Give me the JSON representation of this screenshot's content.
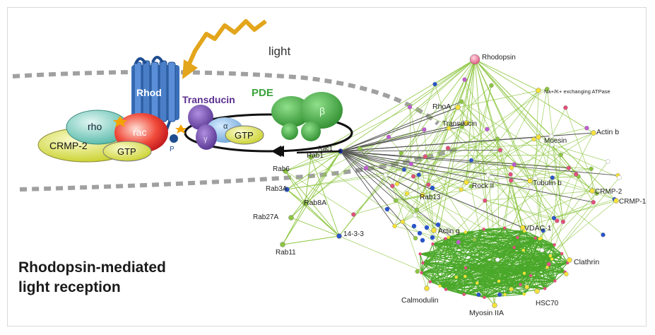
{
  "caption": {
    "line1": "Rhodopsin-mediated",
    "line2": "light reception"
  },
  "pathway": {
    "light": "light",
    "rhod": "Rhod",
    "transducin": "Transducin",
    "pde": "PDE",
    "beta": "β",
    "alpha": "α",
    "gamma": "γ",
    "rho": "rho",
    "rac": "rac",
    "crmp2": "CRMP-2",
    "gtp_left": "GTP",
    "gtp_right": "GTP",
    "p": "P",
    "rac1": "Rac1"
  },
  "network": {
    "labels": {
      "rhodopsin": "Rhodopsin",
      "atpase": "Na+/K+ exchanging ATPase",
      "rhoa": "RhoA",
      "transducin": "Transducin",
      "moesin": "Moesin",
      "actin_b": "Actin b",
      "rab1": "Rab1",
      "rab6": "Rab6",
      "rab3a": "Rab3A",
      "rab8a": "Rab8A",
      "rab27a": "Rab27A",
      "rab13": "Rab13",
      "rock2": "Rock II",
      "tubulin_b": "Tubulin b",
      "crmp2": "CRMP-2",
      "crmp1": "CRMP-1",
      "p1433": "14-3-3",
      "actin_g": "Actin g",
      "vdac1": "VDAC-1",
      "rab11": "Rab11",
      "clathrin": "Clathrin",
      "calmodulin": "Calmodulin",
      "myosin": "Myosin IIA",
      "hsc70": "HSC70"
    }
  },
  "colors": {
    "edge": "#8cc63f",
    "hub_edge": "#555555",
    "dash": "#a0a0a0",
    "rhod_blue": "#2f5fa8",
    "transducin_text": "#5b2f8f",
    "pde_text": "#3aa33a",
    "light_arrow": "#e3a51b"
  }
}
